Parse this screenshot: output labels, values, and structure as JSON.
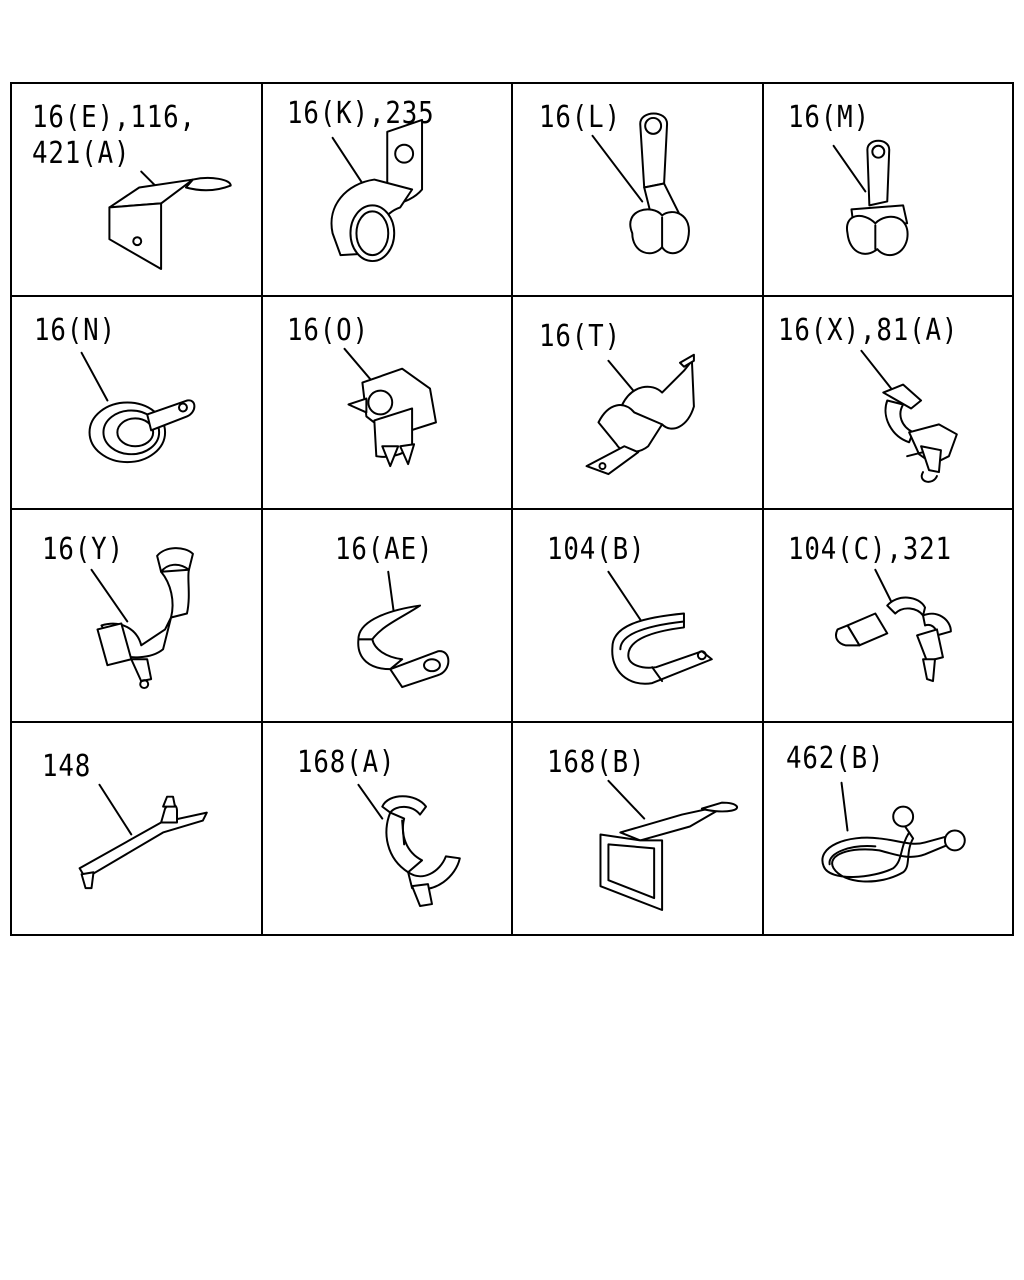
{
  "parts": [
    {
      "id": "p1",
      "label": "16(E),116,\n421(A)"
    },
    {
      "id": "p2",
      "label": "16(K),235"
    },
    {
      "id": "p3",
      "label": "16(L)"
    },
    {
      "id": "p4",
      "label": "16(M)"
    },
    {
      "id": "p5",
      "label": "16(N)"
    },
    {
      "id": "p6",
      "label": "16(O)"
    },
    {
      "id": "p7",
      "label": "16(T)"
    },
    {
      "id": "p8",
      "label": "16(X),81(A)"
    },
    {
      "id": "p9",
      "label": "16(Y)"
    },
    {
      "id": "p10",
      "label": "16(AE)"
    },
    {
      "id": "p11",
      "label": "104(B)"
    },
    {
      "id": "p12",
      "label": "104(C),321"
    },
    {
      "id": "p13",
      "label": "148"
    },
    {
      "id": "p14",
      "label": "168(A)"
    },
    {
      "id": "p15",
      "label": "168(B)"
    },
    {
      "id": "p16",
      "label": "462(B)"
    }
  ]
}
